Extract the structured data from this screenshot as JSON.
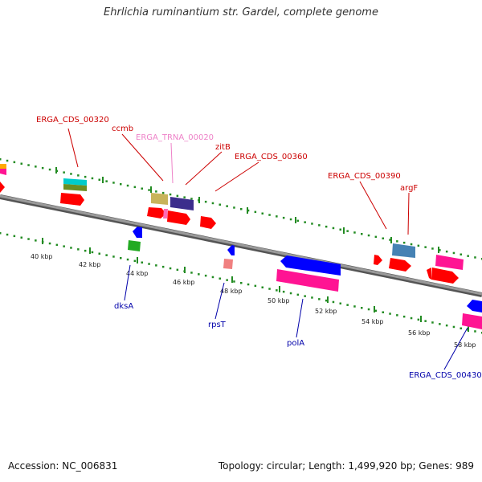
{
  "title": "Ehrlichia ruminantium str. Gardel, complete genome",
  "footer": {
    "accession": "Accession: NC_006831",
    "summary": "Topology: circular; Length: 1,499,920 bp; Genes: 989"
  },
  "ticks": [
    "40 kbp",
    "42 kbp",
    "44 kbp",
    "46 kbp",
    "48 kbp",
    "50 kbp",
    "52 kbp",
    "54 kbp",
    "56 kbp",
    "58 kbp"
  ],
  "labels_top": [
    {
      "text": "ERGA_CDS_00320",
      "color": "#cc0000"
    },
    {
      "text": "ccmb",
      "color": "#cc0000"
    },
    {
      "text": "ERGA_TRNA_00020",
      "color": "#ee82c8"
    },
    {
      "text": "zitB",
      "color": "#cc0000"
    },
    {
      "text": "ERGA_CDS_00360",
      "color": "#cc0000"
    },
    {
      "text": "ERGA_CDS_00390",
      "color": "#cc0000"
    },
    {
      "text": "argF",
      "color": "#cc0000"
    }
  ],
  "labels_bottom": [
    {
      "text": "dksA",
      "color": "#0000aa"
    },
    {
      "text": "rpsT",
      "color": "#0000aa"
    },
    {
      "text": "polA",
      "color": "#0000aa"
    },
    {
      "text": "ERGA_CDS_00430",
      "color": "#0000aa"
    }
  ],
  "colors": {
    "backbone": "#888888",
    "tick_dots": "#228b22",
    "forward_cds": "#ff0000",
    "reverse_cds": "#0000ff",
    "magenta": "#ff1493",
    "cyan": "#00cccc",
    "olive": "#c8b45a",
    "navy": "#3c2d8c",
    "steel": "#4682b4",
    "green": "#22aa22",
    "pink": "#f08080"
  }
}
